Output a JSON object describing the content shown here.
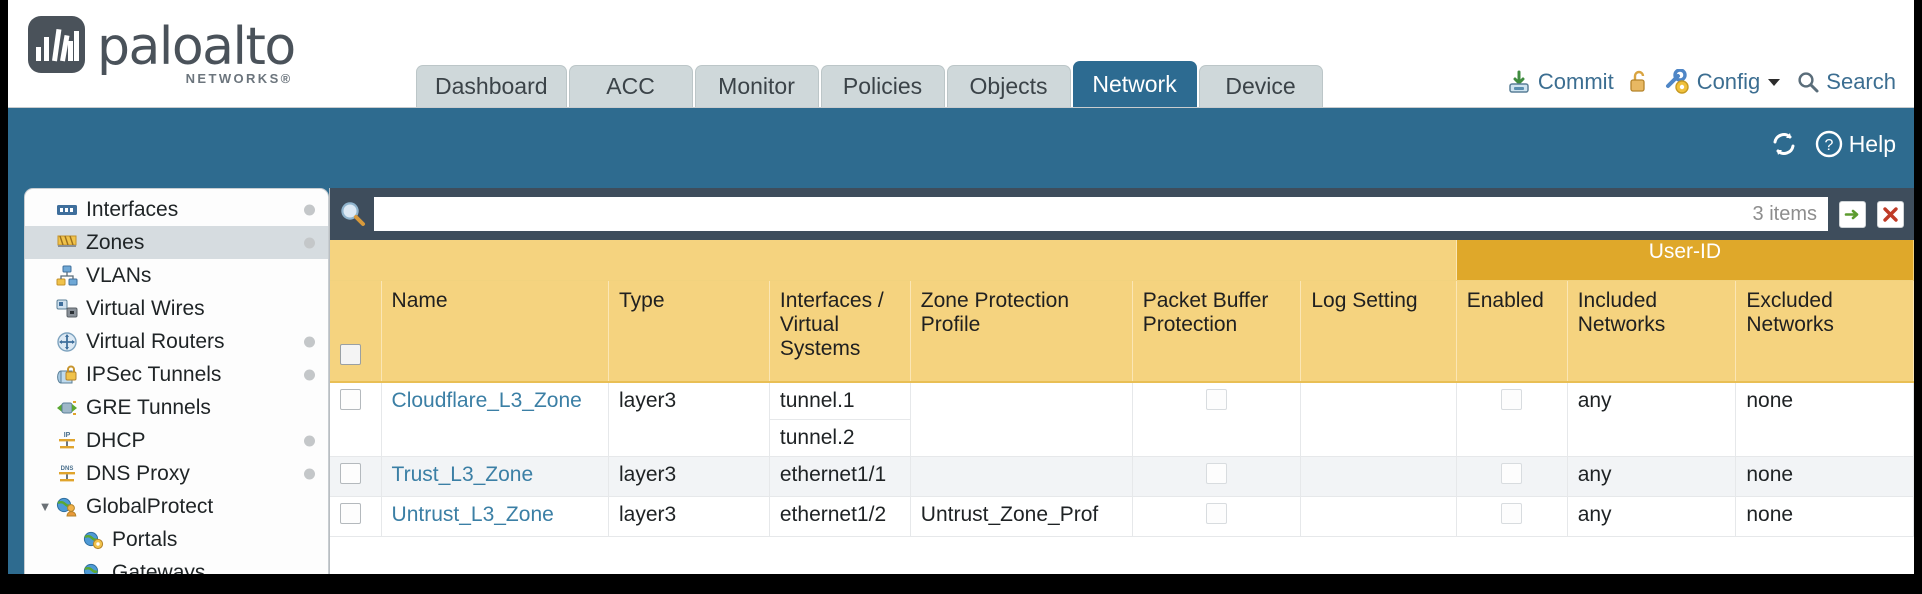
{
  "brand": {
    "name": "paloalto",
    "tagline": "NETWORKS®"
  },
  "nav_tabs": [
    {
      "label": "Dashboard",
      "active": false
    },
    {
      "label": "ACC",
      "active": false
    },
    {
      "label": "Monitor",
      "active": false
    },
    {
      "label": "Policies",
      "active": false
    },
    {
      "label": "Objects",
      "active": false
    },
    {
      "label": "Network",
      "active": true
    },
    {
      "label": "Device",
      "active": false
    }
  ],
  "header_actions": {
    "commit": "Commit",
    "lock_icon": "unlocked-padlock-icon",
    "config": "Config",
    "search": "Search"
  },
  "banner": {
    "refresh_icon": "refresh-icon",
    "help": "Help"
  },
  "sidebar": {
    "items": [
      {
        "label": "Interfaces",
        "icon": "interfaces-icon",
        "active": false,
        "dot": true,
        "child": false,
        "triangle": ""
      },
      {
        "label": "Zones",
        "icon": "zones-icon",
        "active": true,
        "dot": true,
        "child": false,
        "triangle": ""
      },
      {
        "label": "VLANs",
        "icon": "vlans-icon",
        "active": false,
        "dot": false,
        "child": false,
        "triangle": ""
      },
      {
        "label": "Virtual Wires",
        "icon": "virtual-wires-icon",
        "active": false,
        "dot": false,
        "child": false,
        "triangle": ""
      },
      {
        "label": "Virtual Routers",
        "icon": "virtual-routers-icon",
        "active": false,
        "dot": true,
        "child": false,
        "triangle": ""
      },
      {
        "label": "IPSec Tunnels",
        "icon": "ipsec-tunnels-icon",
        "active": false,
        "dot": true,
        "child": false,
        "triangle": ""
      },
      {
        "label": "GRE Tunnels",
        "icon": "gre-tunnels-icon",
        "active": false,
        "dot": false,
        "child": false,
        "triangle": ""
      },
      {
        "label": "DHCP",
        "icon": "dhcp-icon",
        "active": false,
        "dot": true,
        "child": false,
        "triangle": ""
      },
      {
        "label": "DNS Proxy",
        "icon": "dns-proxy-icon",
        "active": false,
        "dot": true,
        "child": false,
        "triangle": ""
      },
      {
        "label": "GlobalProtect",
        "icon": "globalprotect-icon",
        "active": false,
        "dot": false,
        "child": false,
        "triangle": "▼"
      },
      {
        "label": "Portals",
        "icon": "portals-icon",
        "active": false,
        "dot": false,
        "child": true,
        "triangle": ""
      },
      {
        "label": "Gateways",
        "icon": "gateways-icon",
        "active": false,
        "dot": false,
        "child": true,
        "triangle": ""
      }
    ]
  },
  "search": {
    "value": "",
    "placeholder": "",
    "items_count": "3 items",
    "apply_icon": "green-arrow-apply-filter-icon",
    "clear_icon": "red-x-clear-filter-icon",
    "magnifier_icon": "search-icon"
  },
  "table": {
    "group_header": "User-ID",
    "columns": [
      "Name",
      "Type",
      "Interfaces / Virtual Systems",
      "Zone Protection Profile",
      "Packet Buffer Protection",
      "Log Setting",
      "Enabled",
      "Included Networks",
      "Excluded Networks"
    ],
    "rows": [
      {
        "name": "Cloudflare_L3_Zone",
        "type": "layer3",
        "interfaces": [
          "tunnel.1",
          "tunnel.2"
        ],
        "zone_protection_profile": "",
        "packet_buffer_protection": false,
        "log_setting": "",
        "userid_enabled": false,
        "included_networks": "any",
        "excluded_networks": "none",
        "selected": false
      },
      {
        "name": "Trust_L3_Zone",
        "type": "layer3",
        "interfaces": [
          "ethernet1/1"
        ],
        "zone_protection_profile": "",
        "packet_buffer_protection": false,
        "log_setting": "",
        "userid_enabled": false,
        "included_networks": "any",
        "excluded_networks": "none",
        "selected": false
      },
      {
        "name": "Untrust_L3_Zone",
        "type": "layer3",
        "interfaces": [
          "ethernet1/2"
        ],
        "zone_protection_profile": "Untrust_Zone_Prof",
        "packet_buffer_protection": false,
        "log_setting": "",
        "userid_enabled": false,
        "included_networks": "any",
        "excluded_networks": "none",
        "selected": false
      }
    ]
  },
  "colors": {
    "brand_slate": "#4a525a",
    "banner_blue": "#2e6b8f",
    "tab_inactive": "#cfd8da",
    "tab_active": "#2d6b91",
    "toolbar_dark": "#3e4d5c",
    "header_gold": "#f5d37f",
    "group_gold": "#dfa82a",
    "link_blue": "#3b7fa5"
  }
}
